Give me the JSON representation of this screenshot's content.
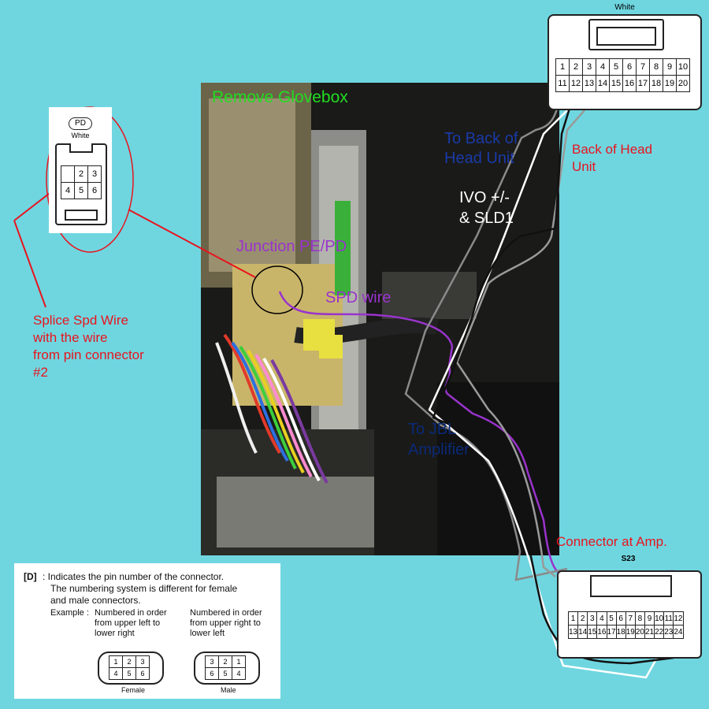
{
  "photo": {
    "label_remove": "Remove Glovebox"
  },
  "labels": {
    "junction": "Junction PE/PD",
    "spd_wire": "SPD wire",
    "to_back_of_head_unit_1": "To Back of",
    "to_back_of_head_unit_2": "Head Unit",
    "ivo_1": "IVO +/-",
    "ivo_2": "& SLD1",
    "back_of_head_unit_1": "Back of Head",
    "back_of_head_unit_2": "Unit",
    "to_jbl_1": "To JBL",
    "to_jbl_2": "Amplifier",
    "connector_at_amp": "Connector at Amp.",
    "splice_1": "Splice Spd Wire",
    "splice_2": "with the wire",
    "splice_3": "from pin connector",
    "splice_4": "#2"
  },
  "pd_connector": {
    "code": "PD",
    "color": "White",
    "pins_top": [
      "2",
      "3"
    ],
    "pins_bottom": [
      "4",
      "5",
      "6"
    ]
  },
  "head_unit_connector": {
    "color": "White",
    "row1": [
      "1",
      "2",
      "3",
      "4",
      "5",
      "6",
      "7",
      "8",
      "9",
      "10"
    ],
    "row2": [
      "11",
      "12",
      "13",
      "14",
      "15",
      "16",
      "17",
      "18",
      "19",
      "20"
    ]
  },
  "amp_connector": {
    "code": "S23",
    "row1": [
      "1",
      "2",
      "3",
      "4",
      "5",
      "6",
      "7",
      "8",
      "9",
      "10",
      "11",
      "12"
    ],
    "row2": [
      "13",
      "14",
      "15",
      "16",
      "17",
      "18",
      "19",
      "20",
      "21",
      "22",
      "23",
      "24"
    ]
  },
  "legend": {
    "tag": "[D]",
    "line1": ": Indicates the pin number of the connector.",
    "line2": "The numbering system is different for female",
    "line3": "and male connectors.",
    "example": "Example :",
    "female_desc_1": "Numbered in order",
    "female_desc_2": "from upper left to",
    "female_desc_3": "lower right",
    "male_desc_1": "Numbered in order",
    "male_desc_2": "from upper right to",
    "male_desc_3": "lower left",
    "female_top": [
      "1",
      "2",
      "3"
    ],
    "female_bottom": [
      "4",
      "5",
      "6"
    ],
    "male_top": [
      "3",
      "2",
      "1"
    ],
    "male_bottom": [
      "6",
      "5",
      "4"
    ],
    "female_caption": "Female",
    "male_caption": "Male"
  }
}
